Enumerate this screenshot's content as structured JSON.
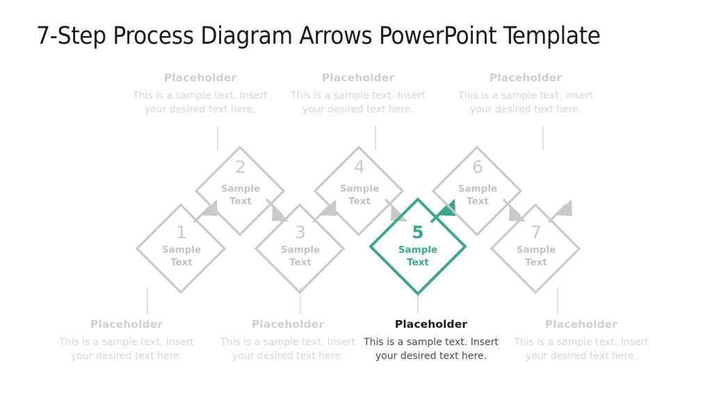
{
  "slide": {
    "title": "7-Step Process Diagram Arrows PowerPoint Template",
    "background": "#ffffff",
    "accent_color": "#3aa68c",
    "muted_color": "#c9c9c9",
    "muted_text_color": "#d6d6d6",
    "active_text_color": "#1b1b1b"
  },
  "diagram": {
    "type": "process-chevron-diamonds",
    "step_count": 7,
    "active_step": 5,
    "steps": [
      {
        "number": "1",
        "label_line1": "Sample",
        "label_line2": "Text",
        "row": "low",
        "active": false
      },
      {
        "number": "2",
        "label_line1": "Sample",
        "label_line2": "Text",
        "row": "high",
        "active": false
      },
      {
        "number": "3",
        "label_line1": "Sample",
        "label_line2": "Text",
        "row": "low",
        "active": false
      },
      {
        "number": "4",
        "label_line1": "Sample",
        "label_line2": "Text",
        "row": "high",
        "active": false
      },
      {
        "number": "5",
        "label_line1": "Sample",
        "label_line2": "Text",
        "row": "low",
        "active": true
      },
      {
        "number": "6",
        "label_line1": "Sample",
        "label_line2": "Text",
        "row": "high",
        "active": false
      },
      {
        "number": "7",
        "label_line1": "Sample",
        "label_line2": "Text",
        "row": "low",
        "active": false
      }
    ]
  },
  "callouts": {
    "top": [
      {
        "for_step": "2",
        "title": "Placeholder",
        "body": "This is a sample text. Insert your desired text here.",
        "active": false
      },
      {
        "for_step": "4",
        "title": "Placeholder",
        "body": "This is a sample text. Insert your desired text here.",
        "active": false
      },
      {
        "for_step": "6",
        "title": "Placeholder",
        "body": "This is a sample text. Insert your desired text here.",
        "active": false
      }
    ],
    "bottom": [
      {
        "for_step": "1",
        "title": "Placeholder",
        "body": "This is a sample text. Insert your desired text here.",
        "active": false
      },
      {
        "for_step": "3",
        "title": "Placeholder",
        "body": "This is a sample text. Insert your desired text here.",
        "active": false
      },
      {
        "for_step": "5",
        "title": "Placeholder",
        "body": "This is a sample text. Insert your desired text here.",
        "active": true
      },
      {
        "for_step": "7",
        "title": "Placeholder",
        "body": "This is a sample text. Insert your desired text here.",
        "active": false
      }
    ]
  }
}
